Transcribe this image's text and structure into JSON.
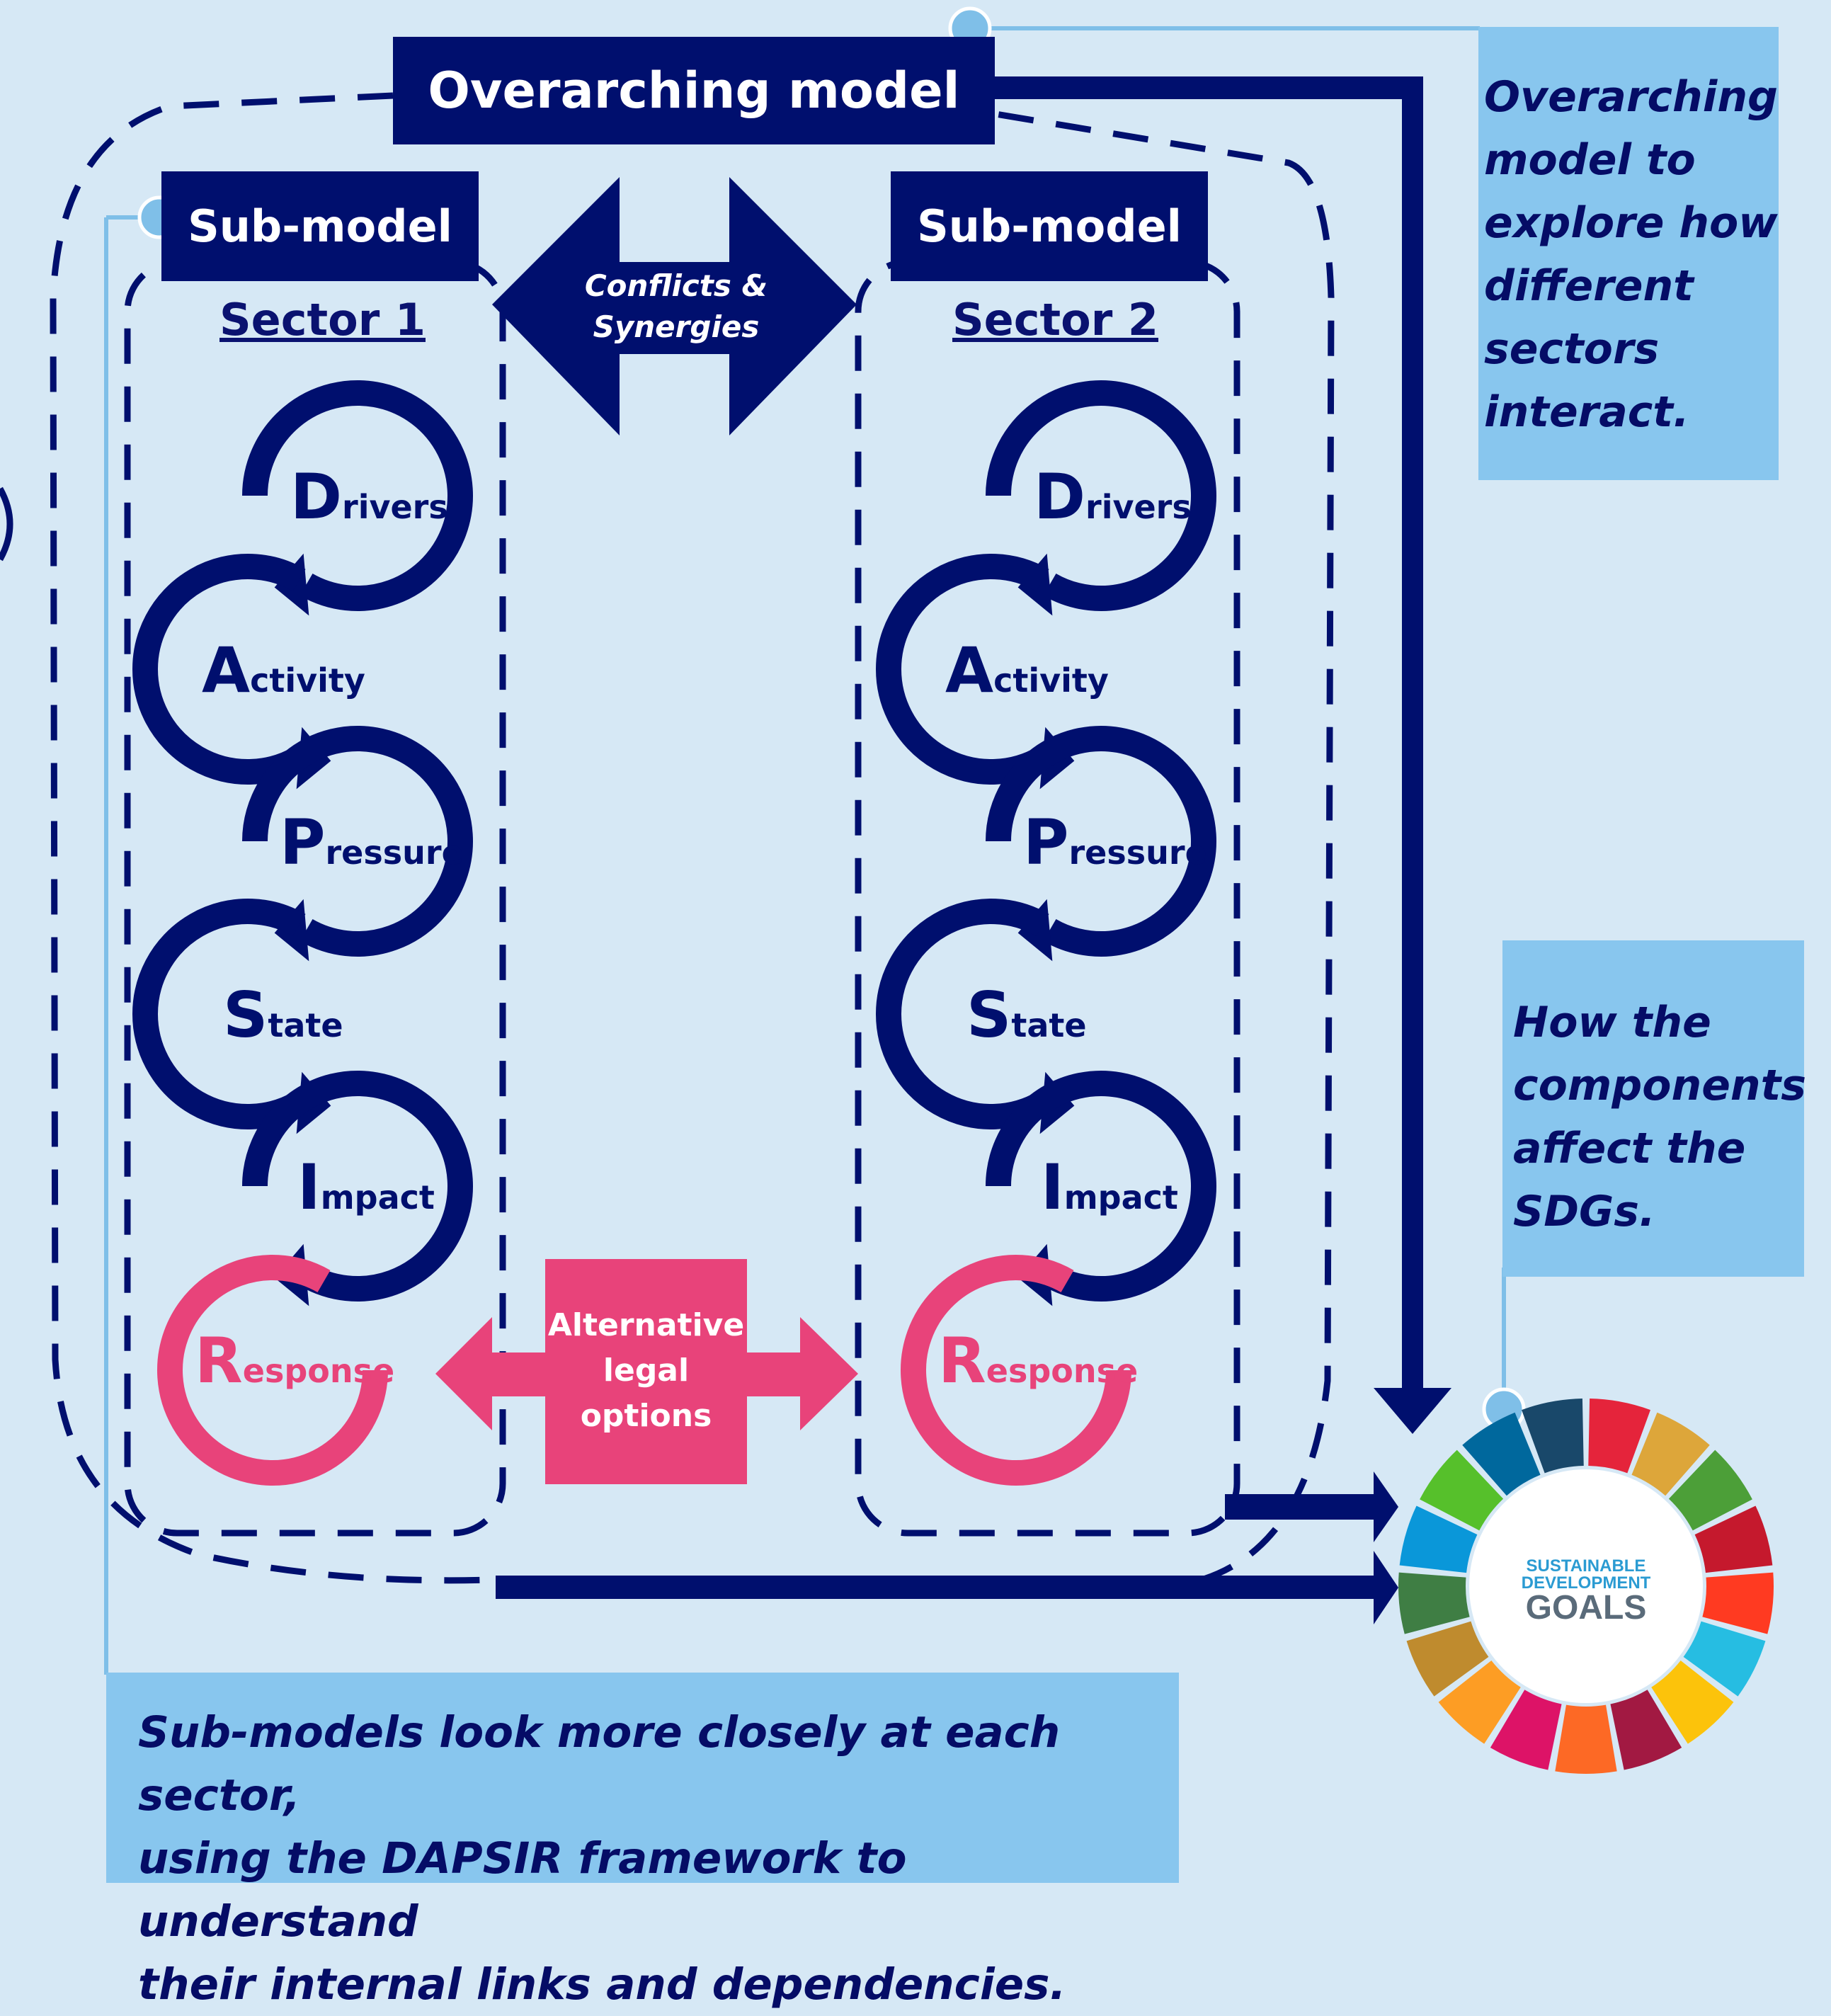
{
  "overarching_model_label": "Overarching model",
  "conflicts_label": [
    "Conflicts &",
    "Synergies"
  ],
  "alternative_label": [
    "Alternative",
    "legal",
    "options"
  ],
  "sectors": [
    {
      "submodel_label": "Sub-model",
      "sector_label": "Sector 1",
      "stages": [
        {
          "initial": "D",
          "rest": "rivers"
        },
        {
          "initial": "A",
          "rest": "ctivity"
        },
        {
          "initial": "P",
          "rest": "ressure"
        },
        {
          "initial": "S",
          "rest": "tate"
        },
        {
          "initial": "I",
          "rest": "mpact"
        },
        {
          "initial": "R",
          "rest": "esponse"
        }
      ]
    },
    {
      "submodel_label": "Sub-model",
      "sector_label": "Sector 2",
      "stages": [
        {
          "initial": "D",
          "rest": "rivers"
        },
        {
          "initial": "A",
          "rest": "ctivity"
        },
        {
          "initial": "P",
          "rest": "ressure"
        },
        {
          "initial": "S",
          "rest": "tate"
        },
        {
          "initial": "I",
          "rest": "mpact"
        },
        {
          "initial": "R",
          "rest": "esponse"
        }
      ]
    }
  ],
  "callouts": {
    "overarching": [
      "Overarching",
      "model to",
      "explore how",
      "different",
      "sectors",
      "interact."
    ],
    "sdgs": [
      "How the",
      "components",
      "affect the",
      "SDGs."
    ],
    "submodels": [
      "Sub-models look more closely at each sector,",
      "using the DAPSIR framework to understand",
      "their internal links and dependencies."
    ]
  },
  "sdg_wheel": {
    "line1": "SUSTAINABLE",
    "line2": "DEVELOPMENT",
    "line3": "GOALS",
    "segment_colors": [
      "#e5243b",
      "#dda63a",
      "#4c9f38",
      "#c5192d",
      "#ff3a21",
      "#26bde2",
      "#fcc30b",
      "#a21942",
      "#fd6925",
      "#dd1367",
      "#fd9d24",
      "#bf8b2e",
      "#3f7e44",
      "#0a97d9",
      "#56c02b",
      "#00689d",
      "#19486a"
    ]
  },
  "colors": {
    "navy": "#000f6e",
    "pink": "#e8437a",
    "callout": "#88c6ee",
    "background": "#d6e8f5"
  }
}
